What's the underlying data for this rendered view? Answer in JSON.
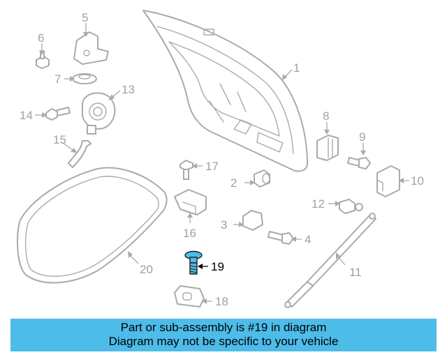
{
  "diagram": {
    "callouts": [
      "1",
      "2",
      "3",
      "4",
      "5",
      "6",
      "7",
      "8",
      "9",
      "10",
      "11",
      "12",
      "13",
      "14",
      "15",
      "16",
      "17",
      "18",
      "19",
      "20"
    ],
    "highlighted_part": "19",
    "highlight_color": "#4dbce9",
    "line_color": "#a9aaac"
  },
  "banner": {
    "line1": "Part or sub-assembly is #19 in diagram",
    "line2": "Diagram may not be specific to your vehicle",
    "color": "#4dbce9"
  }
}
